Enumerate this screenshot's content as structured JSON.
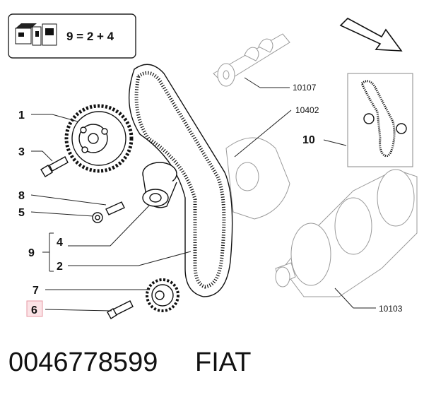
{
  "legend": {
    "formula": "9 = 2 + 4",
    "icon": "parts-kit-icon"
  },
  "callouts": {
    "c1": "1",
    "c3": "3",
    "c8": "8",
    "c5": "5",
    "c9": "9",
    "c4": "4",
    "c2": "2",
    "c7": "7",
    "c6": "6",
    "c10": "10"
  },
  "refs": {
    "r10107": "10107",
    "r10402": "10402",
    "r10103": "10103"
  },
  "highlight": {
    "callout": "6",
    "color": "#fbe3e6"
  },
  "footer": {
    "part_number": "0046778599",
    "brand": "FIAT"
  },
  "colors": {
    "lines": "#111111",
    "faint": "#9a9a9a",
    "highlight": "#fbe3e6"
  }
}
